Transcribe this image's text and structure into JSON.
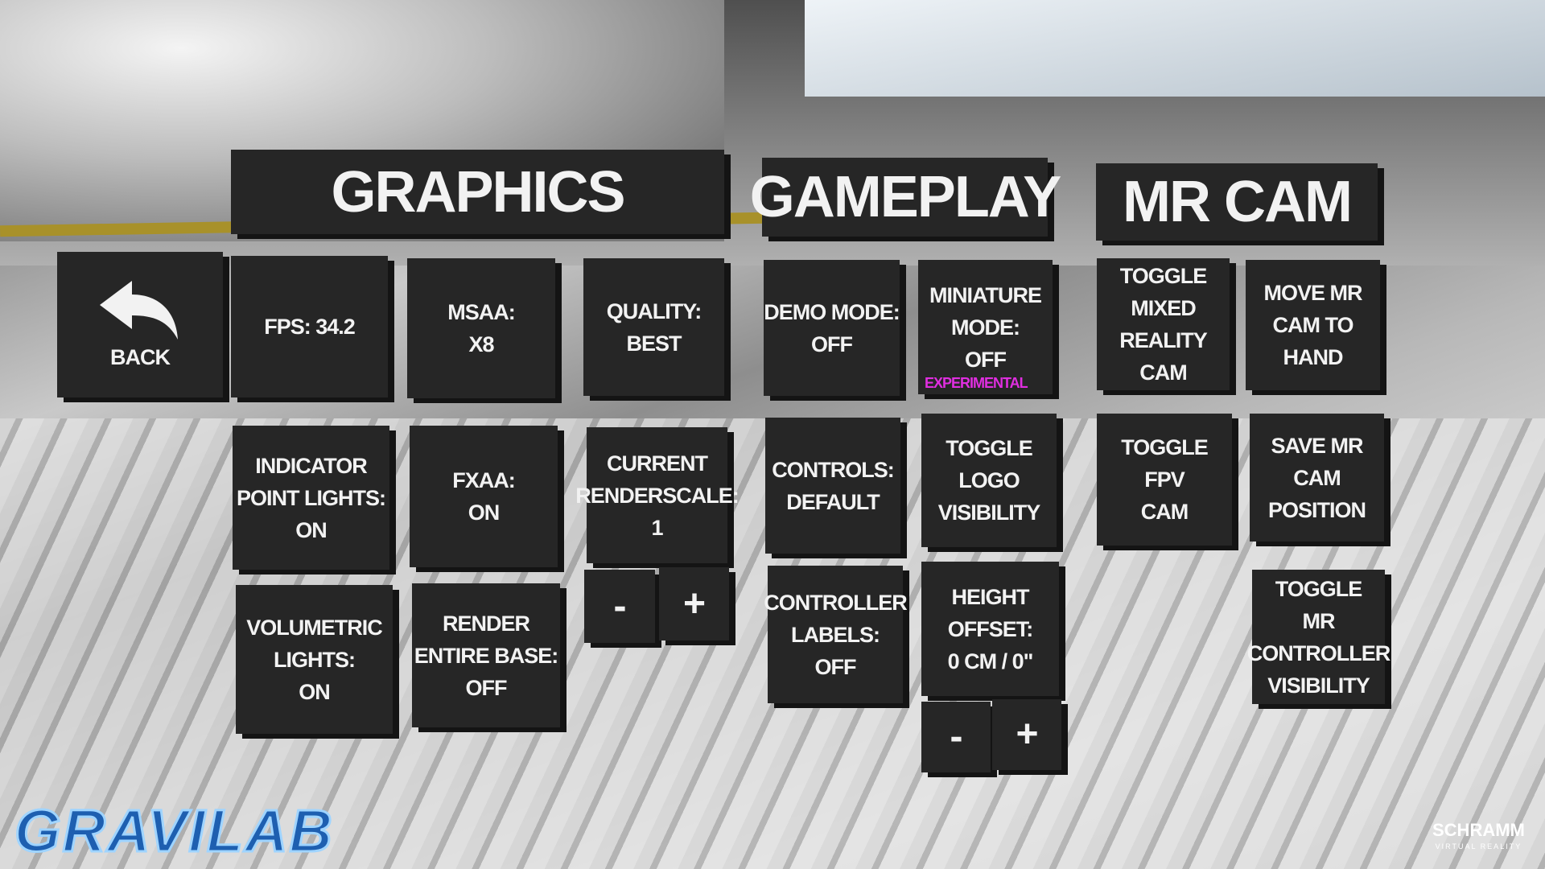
{
  "headers": {
    "graphics": "GRAPHICS",
    "gameplay": "GAMEPLAY",
    "mrcam": "MR CAM"
  },
  "back": {
    "label": "BACK",
    "icon": "back-arrow-icon"
  },
  "graphics": {
    "fps": [
      "FPS: 34.2"
    ],
    "msaa": [
      "MSAA:",
      "X8"
    ],
    "quality": [
      "QUALITY:",
      "BEST"
    ],
    "indicator": [
      "INDICATOR",
      "POINT LIGHTS:",
      "ON"
    ],
    "fxaa": [
      "FXAA:",
      "ON"
    ],
    "renderscale": [
      "CURRENT",
      "RENDERSCALE:",
      "1"
    ],
    "volumetric": [
      "VOLUMETRIC",
      "LIGHTS:",
      "ON"
    ],
    "render_base": [
      "RENDER",
      "ENTIRE BASE:",
      "OFF"
    ],
    "minus": "-",
    "plus": "+"
  },
  "gameplay": {
    "demo": [
      "DEMO MODE:",
      "OFF"
    ],
    "miniature": [
      "MINIATURE",
      "MODE:",
      "OFF"
    ],
    "experimental": "EXPERIMENTAL",
    "controls": [
      "CONTROLS:",
      "DEFAULT"
    ],
    "logo": [
      "TOGGLE",
      "LOGO",
      "VISIBILITY"
    ],
    "controller_labels": [
      "CONTROLLER",
      "LABELS:",
      "OFF"
    ],
    "height": [
      "HEIGHT OFFSET:",
      "0 CM / 0\""
    ],
    "minus": "-",
    "plus": "+"
  },
  "mrcam": {
    "toggle_mr": [
      "TOGGLE",
      "MIXED REALITY",
      "CAM"
    ],
    "move": [
      "MOVE MR",
      "CAM TO HAND"
    ],
    "fpv": [
      "TOGGLE",
      "FPV",
      "CAM"
    ],
    "save": [
      "SAVE MR CAM",
      "POSITION"
    ],
    "controller_vis": [
      "TOGGLE",
      "MR CONTROLLER",
      "VISIBILITY"
    ]
  },
  "branding": {
    "game_logo": "GRAVILAB",
    "watermark": "SCHRAMM",
    "watermark_sub": "VIRTUAL REALITY"
  }
}
